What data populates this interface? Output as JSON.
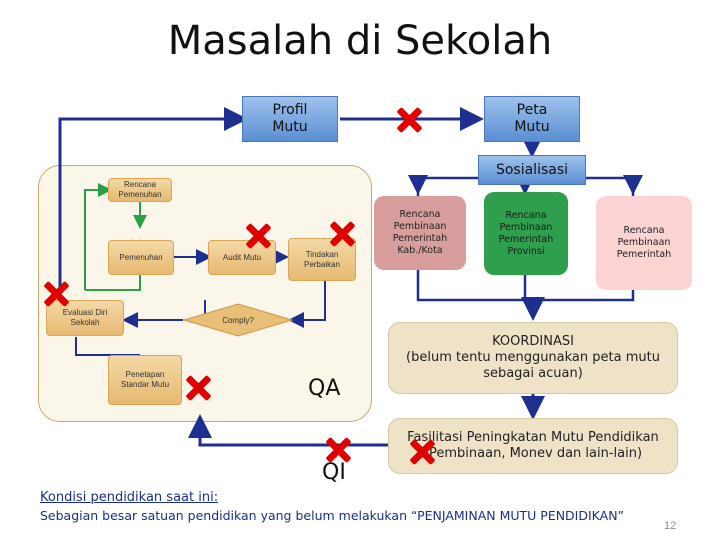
{
  "title": "Masalah di Sekolah",
  "nodes": {
    "profil_mutu": "Profil\nMutu",
    "peta_mutu": "Peta\nMutu",
    "sosialisasi": "Sosialisasi",
    "rencana_pemenuhan": "Rencana\nPemenuhan",
    "pemenuhan": "Pemenuhan",
    "audit_mutu": "Audit Mutu",
    "tindakan_perbaikan": "Tindakan\nPerbaikan",
    "evaluasi_diri": "Evaluasi Diri\nSekolah",
    "comply": "Comply?",
    "penetapan_standar": "Penetapan\nStandar Mutu",
    "rp_kabkota": "Rencana\nPembinaan\nPemerintah\nKab./Kota",
    "rp_provinsi": "Rencana\nPembinaan\nPemerintah\nProvinsi",
    "rp_pemerintah": "Rencana\nPembinaan\nPemerintah",
    "koordinasi_title": "KOORDINASI",
    "koordinasi_body": "(belum tentu menggunakan peta mutu\nsebagai acuan)",
    "fasilitasi": "Fasilitasi Peningkatan Mutu Pendidikan\n(Pembinaan, Monev dan lain-lain)"
  },
  "labels": {
    "qa": "QA",
    "qi": "QI"
  },
  "footer": {
    "heading": "Kondisi pendidikan saat ini:",
    "text": "Sebagian besar satuan pendidikan yang belum melakukan “PENJAMINAN MUTU PENDIDIKAN”",
    "page_number": "12"
  },
  "colors": {
    "arrow_blue": "#1f2f8f",
    "arrow_green": "#2aa044",
    "cross_red": "#e00000"
  }
}
